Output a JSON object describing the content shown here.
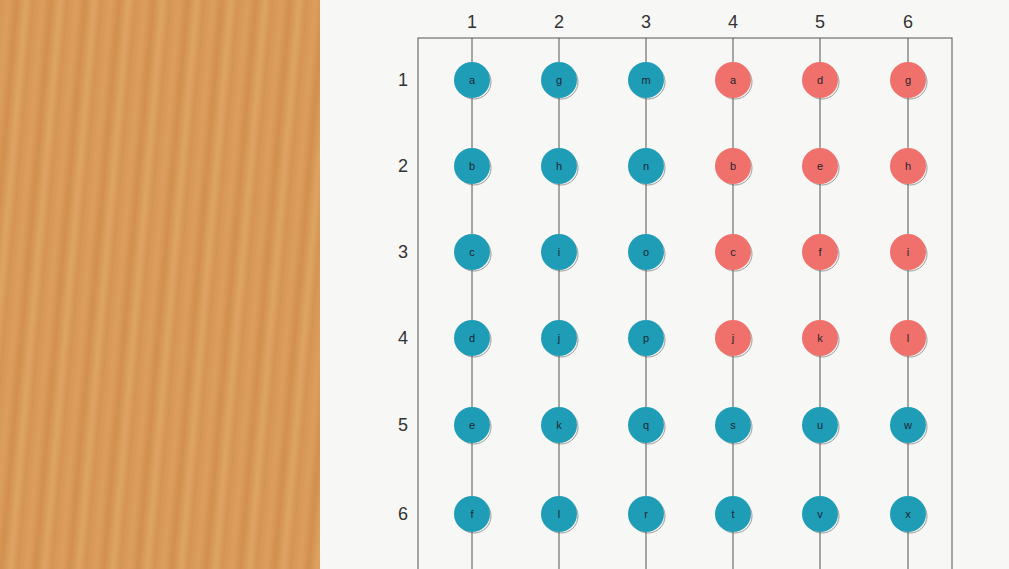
{
  "diagram": {
    "nodes": [
      {
        "text": [
          "a"
        ]
      },
      {
        "text": [
          "g"
        ]
      },
      {
        "text": [
          "m"
        ]
      },
      {
        "text": [
          "a"
        ]
      },
      {
        "text": [
          "d"
        ]
      },
      {
        "text": [
          "g"
        ]
      },
      {
        "text": [
          "b"
        ]
      },
      {
        "text": [
          "h"
        ]
      },
      {
        "text": [
          "n"
        ]
      },
      {
        "text": [
          "b"
        ]
      },
      {
        "text": [
          "e"
        ]
      },
      {
        "text": [
          "h"
        ]
      },
      {
        "text": [
          "c"
        ]
      },
      {
        "text": [
          "i"
        ]
      },
      {
        "text": [
          "o"
        ]
      },
      {
        "text": [
          "c"
        ]
      },
      {
        "text": [
          "f"
        ]
      },
      {
        "text": [
          "i"
        ]
      },
      {
        "text": [
          "d"
        ]
      },
      {
        "text": [
          "j"
        ]
      },
      {
        "text": [
          "p"
        ]
      },
      {
        "text": [
          "j"
        ]
      },
      {
        "text": [
          "k"
        ]
      },
      {
        "text": [
          "l"
        ]
      },
      {
        "text": [
          "e"
        ]
      },
      {
        "text": [
          "k"
        ]
      },
      {
        "text": [
          "q"
        ]
      },
      {
        "text": [
          "s"
        ]
      },
      {
        "text": [
          "u"
        ]
      },
      {
        "text": [
          "w"
        ]
      },
      {
        "text": [
          "f"
        ]
      },
      {
        "text": [
          "l"
        ]
      },
      {
        "text": [
          "r"
        ]
      },
      {
        "text": [
          "t"
        ]
      },
      {
        "text": [
          "v"
        ]
      },
      {
        "text": [
          "x"
        ]
      }
    ],
    "edges": [
      {
        "from": 0,
        "to": 6,
        "arrow": "none"
      },
      {
        "from": 6,
        "to": 12,
        "arrow": "none"
      },
      {
        "from": 12,
        "to": 18,
        "arrow": "none"
      },
      {
        "from": 18,
        "to": 24,
        "arrow": "none"
      },
      {
        "from": 24,
        "to": 30,
        "arrow": "none"
      },
      {
        "from": 1,
        "to": 7,
        "arrow": "none"
      },
      {
        "from": 7,
        "to": 13,
        "arrow": "none"
      },
      {
        "from": 13,
        "to": 19,
        "arrow": "none"
      },
      {
        "from": 19,
        "to": 25,
        "arrow": "none"
      },
      {
        "from": 25,
        "to": 31,
        "arrow": "none"
      },
      {
        "from": 2,
        "to": 8,
        "arrow": "none"
      },
      {
        "from": 8,
        "to": 14,
        "arrow": "none"
      },
      {
        "from": 14,
        "to": 20,
        "arrow": "none"
      },
      {
        "from": 20,
        "to": 26,
        "arrow": "none"
      },
      {
        "from": 26,
        "to": 32,
        "arrow": "none"
      },
      {
        "from": 3,
        "to": 9,
        "arrow": "none"
      },
      {
        "from": 9,
        "to": 15,
        "arrow": "none"
      },
      {
        "from": 15,
        "to": 21,
        "arrow": "none"
      },
      {
        "from": 21,
        "to": 27,
        "arrow": "none"
      },
      {
        "from": 27,
        "to": 33,
        "arrow": "none"
      },
      {
        "from": 4,
        "to": 10,
        "arrow": "none"
      },
      {
        "from": 10,
        "to": 16,
        "arrow": "none"
      },
      {
        "from": 16,
        "to": 22,
        "arrow": "none"
      },
      {
        "from": 22,
        "to": 28,
        "arrow": "none"
      },
      {
        "from": 28,
        "to": 34,
        "arrow": "none"
      },
      {
        "from": 5,
        "to": 11,
        "arrow": "none"
      },
      {
        "from": 11,
        "to": 17,
        "arrow": "none"
      },
      {
        "from": 17,
        "to": 23,
        "arrow": "none"
      },
      {
        "from": 23,
        "to": 29,
        "arrow": "none"
      },
      {
        "from": 29,
        "to": 35,
        "arrow": "none"
      }
    ],
    "labels": [
      "1",
      "2",
      "3",
      "4",
      "5",
      "6",
      "1",
      "2",
      "3",
      "4",
      "5",
      "6"
    ]
  }
}
